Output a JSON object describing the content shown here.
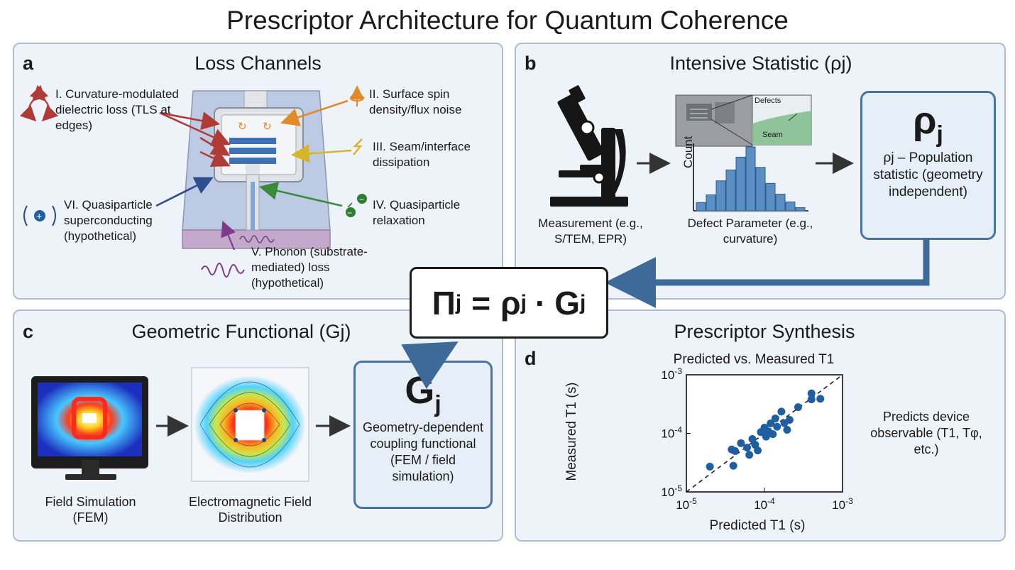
{
  "title": "Prescriptor Architecture for Quantum Coherence",
  "formula": {
    "pi": "Π",
    "rho": "ρ",
    "dot": "·",
    "g": "G",
    "sub": "j",
    "eq": "="
  },
  "panel_a": {
    "letter": "a",
    "title": "Loss Channels",
    "channels": [
      "I. Curvature-modulated dielectric loss (TLS at edges)",
      "II. Surface spin density/flux noise",
      "III. Seam/interface dissipation",
      "IV. Quasiparticle relaxation",
      "V. Phonon (substrate-mediated) loss (hypothetical)",
      "VI. Quasiparticle superconducting (hypothetical)"
    ]
  },
  "panel_b": {
    "letter": "b",
    "title": "Intensive Statistic (ρj)",
    "measurement": "Measurement (e.g., S/TEM, EPR)",
    "inset_defects": "Defects",
    "inset_seam": "Seam",
    "hist_ylabel": "Count",
    "hist_xlabel": "Defect Parameter (e.g., curvature)",
    "hist_values": [
      0.13,
      0.25,
      0.47,
      0.64,
      0.84,
      1.0,
      0.68,
      0.43,
      0.26,
      0.14,
      0.05
    ],
    "box_symbol": "ρ",
    "box_sub": "j",
    "box_text": "ρj – Population statistic (geometry independent)"
  },
  "panel_c": {
    "letter": "c",
    "title": "Geometric Functional (Gj)",
    "field_sim": "Field Simulation (FEM)",
    "field_dist": "Electromagnetic Field Distribution",
    "box_symbol": "G",
    "box_sub": "j",
    "box_text": "Geometry-dependent coupling functional (FEM / field simulation)"
  },
  "panel_d": {
    "letter": "d",
    "title": "Prescriptor Synthesis",
    "side_text": "Predicts device observable (T1, Tφ, etc.)"
  },
  "colors": {
    "panel_bg": "#eef3f9",
    "accent": "#4a74a0",
    "bar": "#5b8fc4",
    "point": "#1f5fa0"
  },
  "chart_data": {
    "type": "scatter",
    "title": "Predicted vs. Measured T1",
    "xlabel": "Predicted T1 (s)",
    "ylabel": "Measured T1 (s)",
    "xscale": "log",
    "yscale": "log",
    "xlim": [
      1e-05,
      0.001
    ],
    "ylim": [
      1e-05,
      0.001
    ],
    "xticks": [
      "10-5",
      "10-4",
      "10-3"
    ],
    "yticks": [
      "10-3",
      "10-4",
      "10-5"
    ],
    "reference_line": "y = x (dashed)",
    "points": [
      [
        2e-05,
        2.7e-05
      ],
      [
        3.8e-05,
        5.3e-05
      ],
      [
        4.2e-05,
        5e-05
      ],
      [
        4e-05,
        2.8e-05
      ],
      [
        5e-05,
        6.8e-05
      ],
      [
        6e-05,
        5.7e-05
      ],
      [
        6.4e-05,
        4.3e-05
      ],
      [
        7e-05,
        8e-05
      ],
      [
        7.6e-05,
        6.4e-05
      ],
      [
        8.2e-05,
        5.1e-05
      ],
      [
        9e-05,
        0.000105
      ],
      [
        0.0001,
        0.000125
      ],
      [
        0.000105,
        8.8e-05
      ],
      [
        0.000112,
        0.000108
      ],
      [
        0.00012,
        0.000148
      ],
      [
        0.000128,
        9.7e-05
      ],
      [
        0.000138,
        0.00018
      ],
      [
        0.000145,
        0.00013
      ],
      [
        0.000165,
        0.000235
      ],
      [
        0.00018,
        0.00015
      ],
      [
        0.000195,
        0.000115
      ],
      [
        0.00021,
        0.00017
      ],
      [
        0.00027,
        0.00028
      ],
      [
        0.0004,
        0.00038
      ],
      [
        0.0004,
        0.00048
      ],
      [
        0.00052,
        0.00039
      ]
    ]
  }
}
